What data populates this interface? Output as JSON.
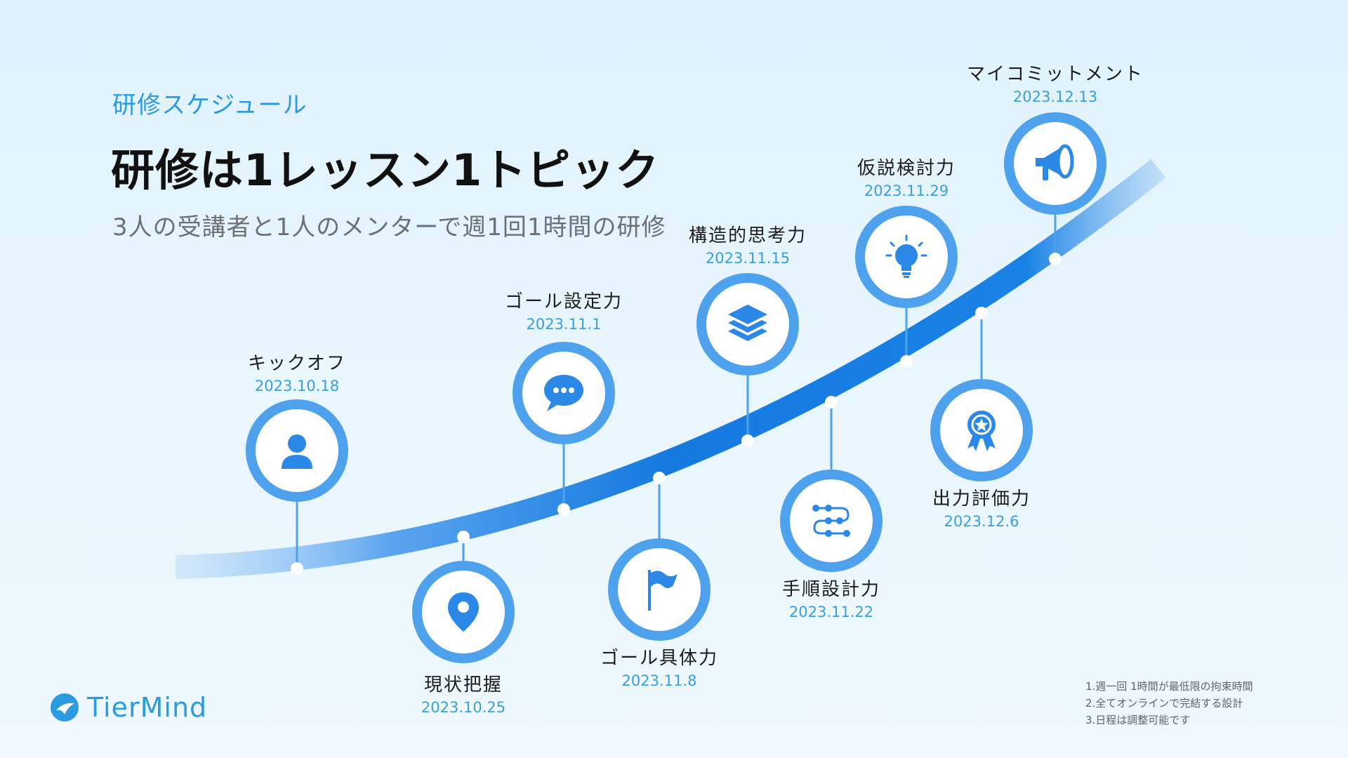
{
  "header": {
    "kicker": "研修スケジュール",
    "title": "研修は1レッスン1トピック",
    "subtitle": "3人の受講者と1人のメンターで週1回1時間の研修"
  },
  "milestones": [
    {
      "name": "キックオフ",
      "date": "2023.10.18",
      "icon": "person-icon"
    },
    {
      "name": "現状把握",
      "date": "2023.10.25",
      "icon": "location-pin-icon"
    },
    {
      "name": "ゴール設定力",
      "date": "2023.11.1",
      "icon": "chat-bubble-icon"
    },
    {
      "name": "ゴール具体力",
      "date": "2023.11.8",
      "icon": "flag-icon"
    },
    {
      "name": "構造的思考力",
      "date": "2023.11.15",
      "icon": "layers-icon"
    },
    {
      "name": "手順設計力",
      "date": "2023.11.22",
      "icon": "process-flow-icon"
    },
    {
      "name": "仮説検討力",
      "date": "2023.11.29",
      "icon": "lightbulb-icon"
    },
    {
      "name": "出力評価力",
      "date": "2023.12.6",
      "icon": "award-ribbon-icon"
    },
    {
      "name": "マイコミットメント",
      "date": "2023.12.13",
      "icon": "megaphone-icon"
    }
  ],
  "notes": [
    "1.週一回 1時間が最低限の拘束時間",
    "2.全てオンラインで完結する設計",
    "3.日程は調整可能です"
  ],
  "brand": {
    "name": "TierMind"
  },
  "colors": {
    "accent": "#2a9be0",
    "ring": "#4ea1ec",
    "curve": "#1479e0"
  }
}
